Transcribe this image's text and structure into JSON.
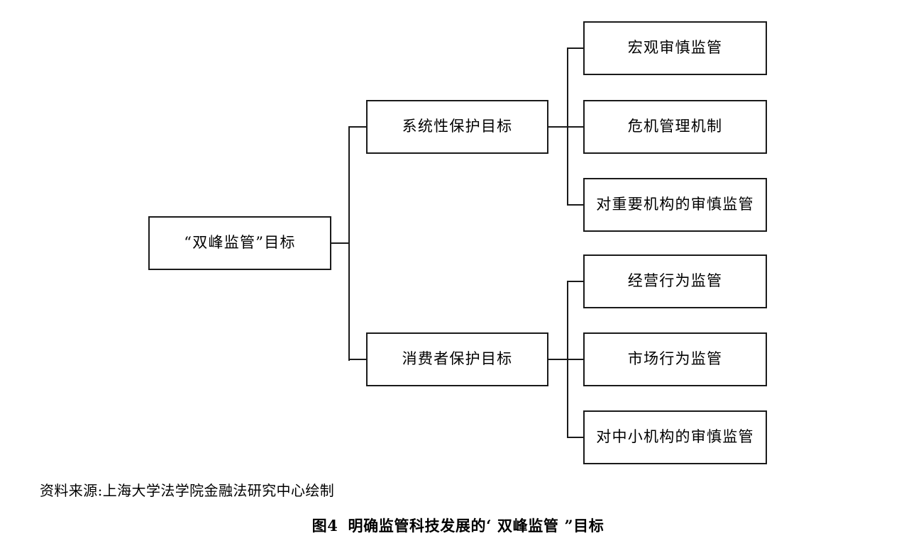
{
  "figure": {
    "root": {
      "label": "“双峰监管”目标"
    },
    "branches": [
      {
        "label": "系统性保护目标",
        "children": [
          {
            "label": "宏观审慎监管"
          },
          {
            "label": "危机管理机制"
          },
          {
            "label": "对重要机构的审慎监管"
          }
        ]
      },
      {
        "label": "消费者保护目标",
        "children": [
          {
            "label": "经营行为监管"
          },
          {
            "label": "市场行为监管"
          },
          {
            "label": "对中小机构的审慎监管"
          }
        ]
      }
    ],
    "source_note": "资料来源:上海大学法学院金融法研究中心绘制",
    "caption": {
      "number": "图4",
      "text": "明确监管科技发展的‘ 双峰监管 ”目标"
    },
    "colors": {
      "line": "#1a1a1a",
      "text": "#000000",
      "background": "#ffffff"
    }
  }
}
